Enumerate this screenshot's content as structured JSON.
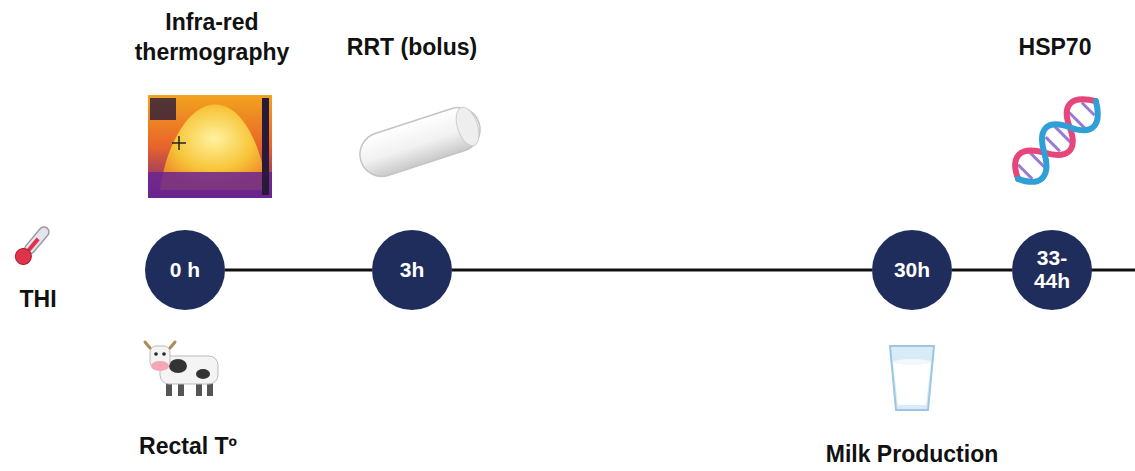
{
  "diagram": {
    "nodes": [
      {
        "text": [
          "0 h"
        ]
      },
      {
        "text": [
          "3h"
        ]
      },
      {
        "text": [
          "30h"
        ]
      },
      {
        "text": [
          "33-44h"
        ]
      }
    ],
    "edges": [
      {
        "from": 0,
        "to": 1,
        "arrow": "none"
      },
      {
        "from": 1,
        "to": 2,
        "arrow": "none"
      },
      {
        "from": 2,
        "to": 3,
        "arrow": "none"
      }
    ],
    "labels": [
      "Infra-red thermography",
      "RRT (bolus)",
      "HSP70",
      "THI",
      "Rectal Tº",
      "Milk Production"
    ]
  }
}
